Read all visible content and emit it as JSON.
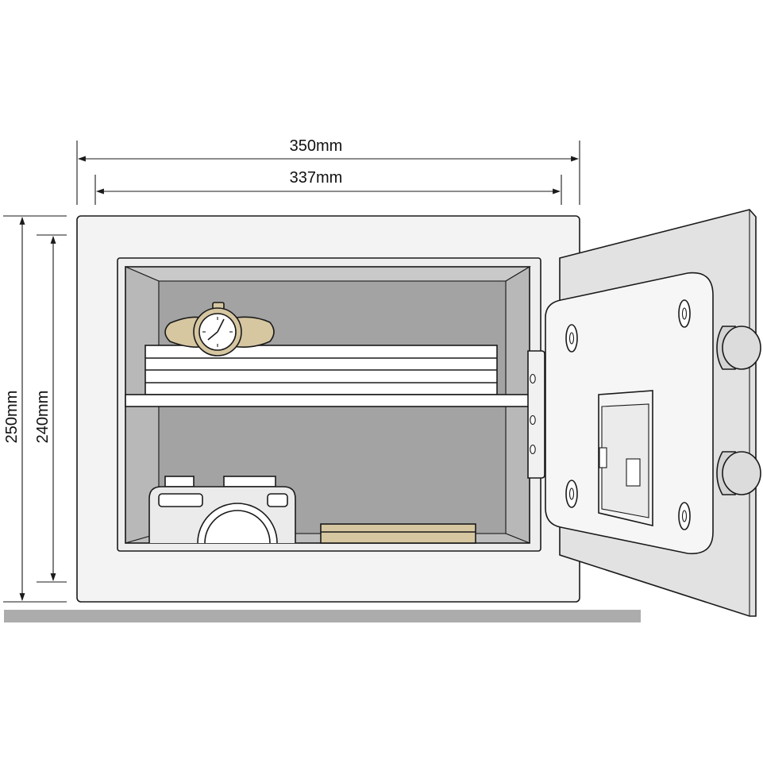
{
  "dimensions": {
    "outer_width": "350mm",
    "inner_width": "337mm",
    "outer_height": "250mm",
    "inner_height": "240mm"
  },
  "colors": {
    "cabinet": "#f3f3f3",
    "interior": "#a8a8a8",
    "interior_back": "#a3a3a3",
    "door": "#e2e2e2",
    "panel": "#f6f6f6",
    "watch_strap": "#d6c7a1",
    "floor": "#acacac",
    "outline": "#1a1a1a"
  },
  "icons": [
    "safe-icon",
    "watch-icon",
    "camera-icon",
    "envelope-icon",
    "keypad-icon"
  ]
}
